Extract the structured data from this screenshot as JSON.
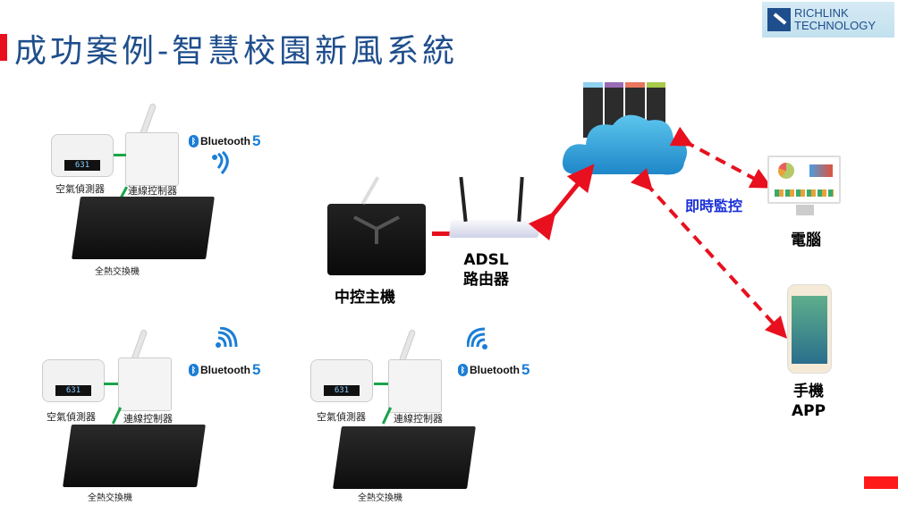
{
  "header": {
    "title": "成功案例-智慧校園新風系統",
    "logo": {
      "line1": "RICHLINK",
      "line2": "TECHNOLOGY"
    }
  },
  "colors": {
    "title": "#1f4e8c",
    "accent_red": "#e8101e",
    "link_green": "#1aa34a",
    "monitor_text": "#1a2fd6",
    "bluetooth": "#1b7ed6"
  },
  "units": [
    {
      "sensor_label": "空氣偵測器",
      "controller_label": "連線控制器",
      "erv_label": "全熱交換機",
      "display_value": "631",
      "bluetooth": "Bluetooth",
      "bt_version": "5"
    },
    {
      "sensor_label": "空氣偵測器",
      "controller_label": "連線控制器",
      "erv_label": "全熱交換機",
      "display_value": "631",
      "bluetooth": "Bluetooth",
      "bt_version": "5"
    },
    {
      "sensor_label": "空氣偵測器",
      "controller_label": "連線控制器",
      "erv_label": "全熱交換機",
      "display_value": "631",
      "bluetooth": "Bluetooth",
      "bt_version": "5"
    }
  ],
  "network": {
    "host_label": "中控主機",
    "router_label_line1": "ADSL",
    "router_label_line2": "路由器",
    "monitor_label": "即時監控",
    "pc_label": "電腦",
    "phone_label_line1": "手機",
    "phone_label_line2": "APP"
  }
}
